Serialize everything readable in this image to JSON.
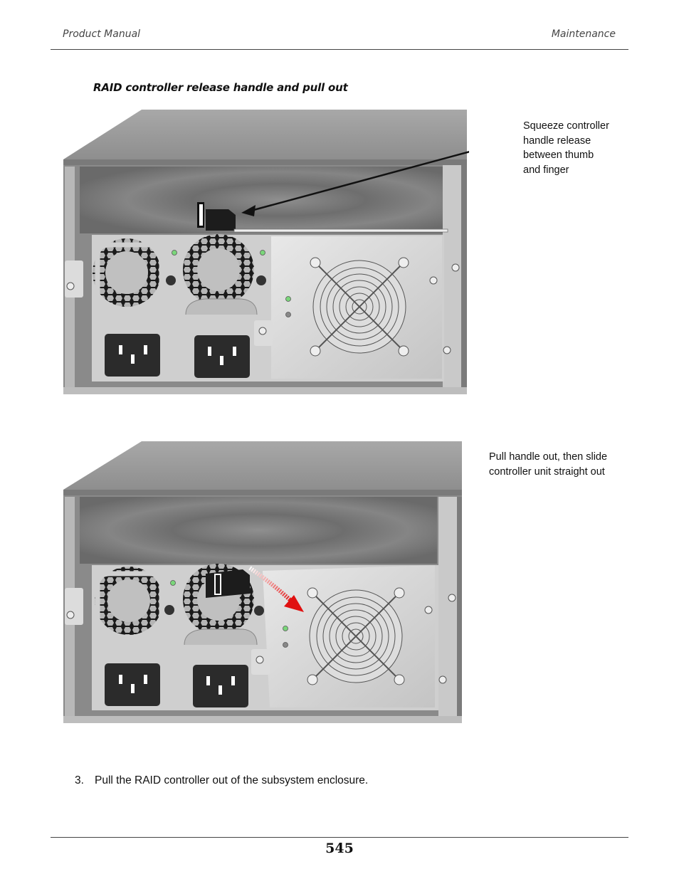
{
  "header": {
    "left": "Product Manual",
    "right": "Maintenance"
  },
  "figure_title": "RAID controller release handle and pull out",
  "callouts": {
    "squeeze": [
      "Squeeze controller",
      "handle release",
      "between thumb",
      "and finger"
    ],
    "pull": [
      "Pull handle out, then slide",
      "controller unit straight out"
    ]
  },
  "step": {
    "number": "3.",
    "text": "Pull the RAID controller out of the subsystem enclosure."
  },
  "page_number": "545",
  "colors": {
    "rule": "#444444",
    "chassis": "#9a9a9a",
    "panel": "#d6d6d6",
    "arrow_red": "#e01010",
    "led_green": "#7ad67a"
  }
}
